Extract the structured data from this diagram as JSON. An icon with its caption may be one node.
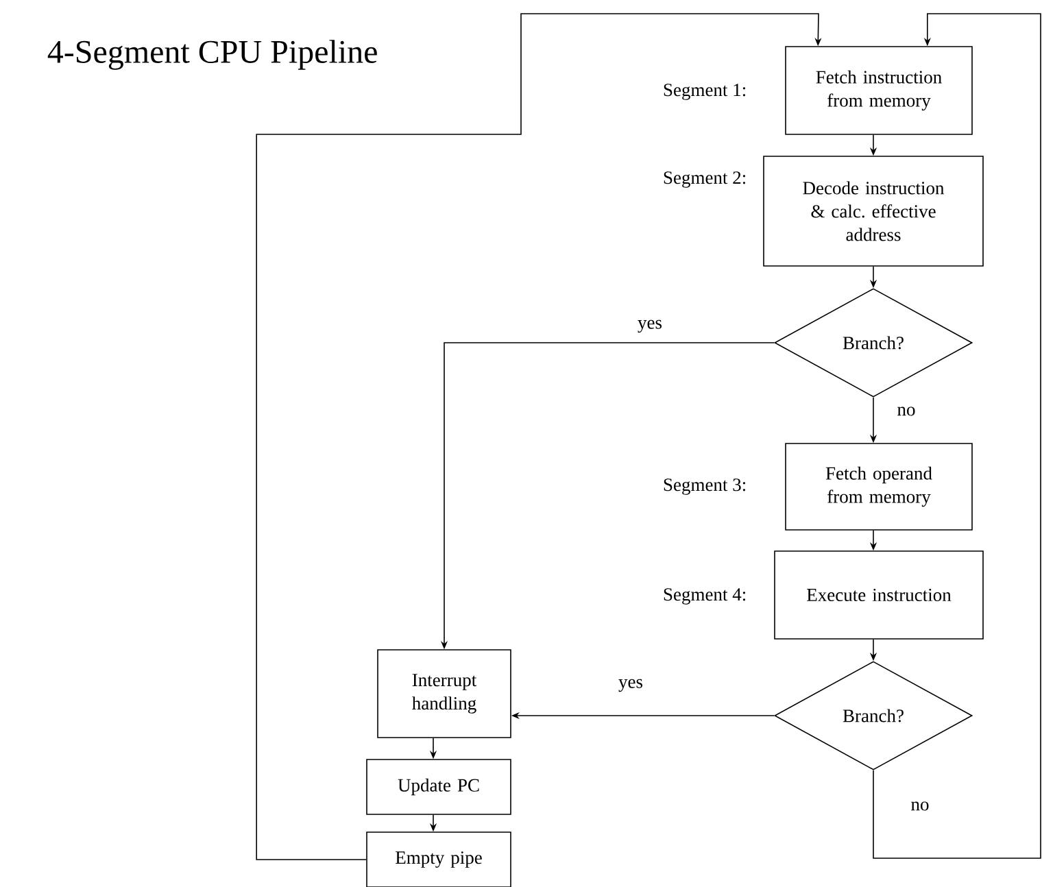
{
  "diagram": {
    "title": "4-Segment CPU Pipeline",
    "nodes": [
      {
        "text": [
          "Fetch instruction from memory"
        ],
        "beside": [
          "Segment 1:"
        ]
      },
      {
        "text": [
          "Decode instruction & calc. effective address"
        ],
        "beside": [
          "Segment 2:"
        ]
      },
      {
        "text": [
          "Branch?"
        ]
      },
      {
        "text": [
          "Fetch operand from memory"
        ],
        "beside": [
          "Segment 3:"
        ]
      },
      {
        "text": [
          "Execute instruction"
        ],
        "beside": [
          "Segment 4:"
        ]
      },
      {
        "text": [
          "Branch?"
        ]
      },
      {
        "text": [
          "Interrupt handling"
        ]
      },
      {
        "text": [
          "Update PC"
        ]
      },
      {
        "text": [
          "Empty pipe"
        ]
      }
    ],
    "edges": [
      {
        "from": 0,
        "to": 1,
        "arrow": "to"
      },
      {
        "from": 1,
        "to": 2,
        "arrow": "to"
      },
      {
        "from": 2,
        "to": 3,
        "arrow": "to",
        "label": "no"
      },
      {
        "from": 3,
        "to": 4,
        "arrow": "to"
      },
      {
        "from": 4,
        "to": 5,
        "arrow": "to"
      },
      {
        "from": 2,
        "to": 6,
        "arrow": "to",
        "label": "yes"
      },
      {
        "from": 5,
        "to": 6,
        "arrow": "to",
        "label": "yes"
      },
      {
        "from": 6,
        "to": 7,
        "arrow": "to"
      },
      {
        "from": 7,
        "to": 8,
        "arrow": "to"
      },
      {
        "from": 8,
        "to": 0,
        "arrow": "to"
      },
      {
        "from": 5,
        "to": 0,
        "arrow": "to",
        "label": "no"
      }
    ]
  }
}
